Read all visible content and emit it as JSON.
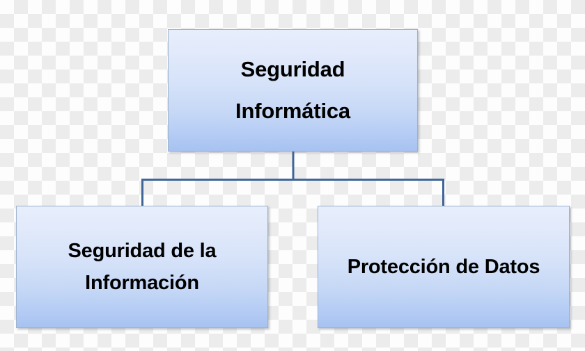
{
  "diagram": {
    "title": "Seguridad Informática",
    "type": "hierarchy",
    "background": "transparency-checkerboard",
    "colors": {
      "box_gradient_top": "#E7EEFC",
      "box_gradient_bottom": "#A7C2F1",
      "box_border": "#9DB3CC",
      "connector": "#3F6699",
      "text": "#000000",
      "checker_light": "#FDFDFD",
      "checker_dark": "#ECECEC"
    },
    "root": {
      "id": "root",
      "line1": "Seguridad",
      "line2": "Informática",
      "full_text": "Seguridad Informática"
    },
    "children": [
      {
        "id": "child-left",
        "line1": "Seguridad de la",
        "line2": "Información",
        "full_text": "Seguridad de la Información"
      },
      {
        "id": "child-right",
        "line1": "Protección de Datos",
        "line2": "",
        "full_text": "Protección de Datos"
      }
    ],
    "connectors": {
      "trunk_label": "root-to-branch-trunk",
      "branch_label": "horizontal-branch-bar",
      "drop_left_label": "drop-to-left-child",
      "drop_right_label": "drop-to-right-child"
    }
  }
}
